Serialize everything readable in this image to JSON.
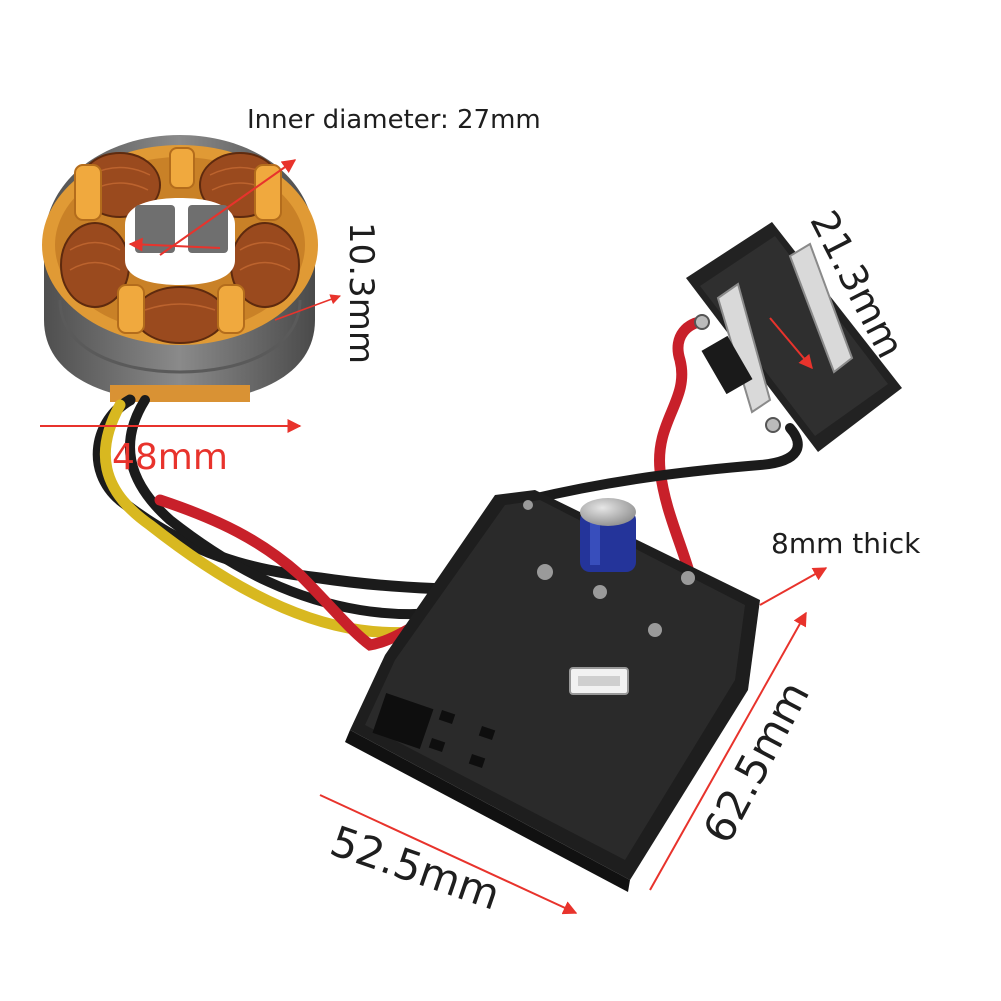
{
  "annotations": {
    "inner_diameter": "Inner diameter: 27mm",
    "stator_height": "10.3mm",
    "outer_diameter": "48mm",
    "terminal_size": "21.3mm",
    "thickness": "8mm thick",
    "board_length": "62.5mm",
    "board_width": "52.5mm"
  },
  "colors": {
    "arrow": "#e8332c",
    "wire_red": "#c8202a",
    "wire_yellow": "#d8b820",
    "wire_black": "#1b1b1b",
    "coil": "#9a4a1e",
    "insulator": "#e09a35",
    "core": "#6f6f6f",
    "board": "#1e1e1e"
  }
}
